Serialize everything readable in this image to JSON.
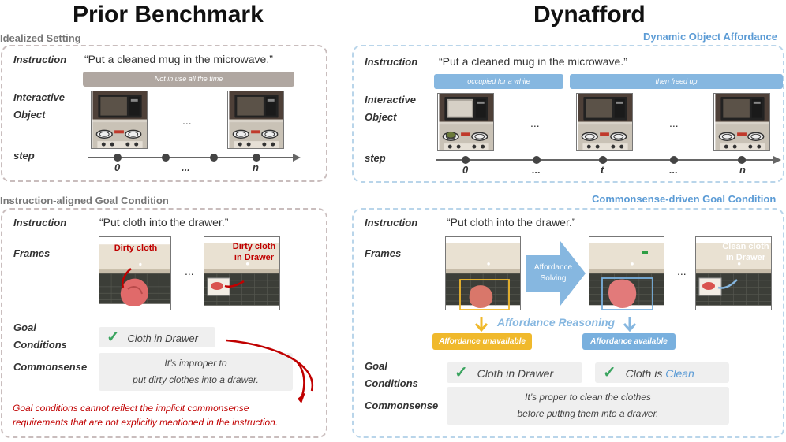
{
  "header": {
    "left_title": "Prior Benchmark",
    "right_title": "Dynafford"
  },
  "left": {
    "top_section_title": "Idealized Setting",
    "top": {
      "instruction_label": "Instruction",
      "instruction_text": "“Put a cleaned mug in the microwave.”",
      "bar_label": "Not in use all the time",
      "object_label_1": "Interactive",
      "object_label_2": "Object",
      "ellipsis": "...",
      "step_label": "step",
      "ticks": [
        "0",
        "...",
        "n"
      ]
    },
    "bottom_section_title": "Instruction-aligned Goal Condition",
    "bottom": {
      "instruction_label": "Instruction",
      "instruction_text": "“Put cloth into the drawer.”",
      "frames_label": "Frames",
      "frame1_caption": "Dirty cloth",
      "frame2_caption_1": "Dirty cloth",
      "frame2_caption_2": "in Drawer",
      "ellipsis": "...",
      "goal_label_1": "Goal",
      "goal_label_2": "Conditions",
      "goal_text": "Cloth in Drawer",
      "commonsense_label": "Commonsense",
      "commonsense_line1": "It’s improper to",
      "commonsense_line2": "put dirty clothes into a drawer.",
      "note_line1": "Goal conditions cannot reflect the implicit commonsense",
      "note_line2": "requirements that are not explicitly mentioned in the instruction."
    }
  },
  "right": {
    "top_section_title": "Dynamic Object Affordance",
    "top": {
      "instruction_label": "Instruction",
      "instruction_text": "“Put a cleaned mug in the microwave.”",
      "bar1_label": "occupied for a while",
      "bar2_label": "then freed up",
      "object_label_1": "Interactive",
      "object_label_2": "Object",
      "ellipsis": "...",
      "step_label": "step",
      "ticks": [
        "0",
        "...",
        "t",
        "...",
        "n"
      ]
    },
    "bottom_section_title": "Commonsense-driven Goal Condition",
    "bottom": {
      "instruction_label": "Instruction",
      "instruction_text": "“Put cloth into the drawer.”",
      "frames_label": "Frames",
      "arrow_line1": "Affordance",
      "arrow_line2": "Solving",
      "ellipsis": "...",
      "frame3_caption_1": "Clean cloth",
      "frame3_caption_2": "in Drawer",
      "reasoning_label": "Affordance Reasoning",
      "unavailable_label": "Affordance unavailable",
      "available_label": "Affordance available",
      "goal_label_1": "Goal",
      "goal_label_2": "Conditions",
      "goal1_text": "Cloth in Drawer",
      "goal2_prefix": "Cloth is ",
      "goal2_highlight": "Clean",
      "commonsense_label": "Commonsense",
      "commonsense_line1": "It’s proper to clean the clothes",
      "commonsense_line2": "before putting them into a drawer."
    }
  },
  "colors": {
    "left_border": "#c9bdbd",
    "right_border": "#b9d5ea",
    "right_title": "#5b9bd5",
    "gray_bar": "#b0a7a1",
    "blue_bar": "#86b7e0",
    "red_note": "#c00000",
    "check": "#3aa45f",
    "yellow_tag": "#f0b92c",
    "blue_tag": "#79b0de"
  },
  "icons": {
    "check": "✓"
  }
}
